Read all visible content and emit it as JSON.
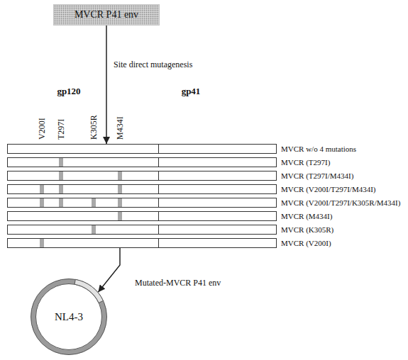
{
  "diagram": {
    "nodes": [
      {
        "text": [
          "MVCR P41 env"
        ]
      },
      {
        "text": [
          "MVCR w/o 4 mutations"
        ]
      },
      {
        "text": [
          "MVCR (T297I)"
        ]
      },
      {
        "text": [
          "MVCR (T297I/M434I)"
        ]
      },
      {
        "text": [
          "MVCR (V200I/T297I/M434I)"
        ]
      },
      {
        "text": [
          "MVCR (V200I/T297I/K305R/M434I)"
        ]
      },
      {
        "text": [
          "MVCR (M434I)"
        ]
      },
      {
        "text": [
          "MVCR (K305R)"
        ]
      },
      {
        "text": [
          "MVCR (V200I)"
        ]
      },
      {
        "text": [
          "NL4-3"
        ]
      }
    ],
    "edges": [
      {
        "from": 0,
        "to": 1,
        "arrow": "to",
        "label": "Site direct mutagenesis"
      },
      {
        "from": 8,
        "to": 9,
        "arrow": "to"
      }
    ],
    "labels": [
      "gp120",
      "gp41",
      "V200I",
      "T297I",
      "K305R",
      "M434I",
      "Mutated-MVCR P41 env"
    ]
  }
}
